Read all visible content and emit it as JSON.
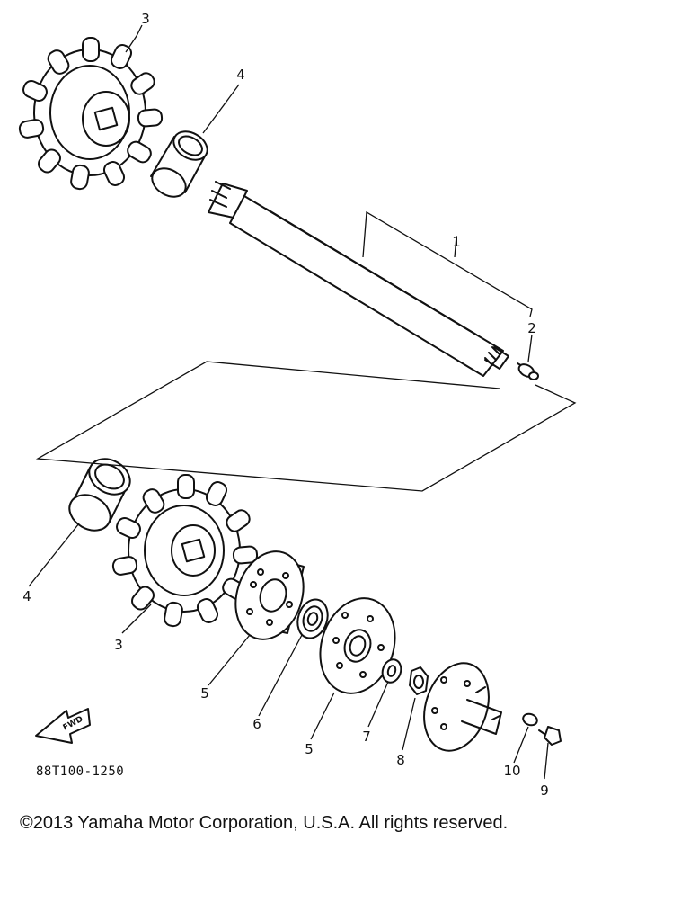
{
  "callouts": {
    "c1": "1",
    "c2": "2",
    "c3_top": "3",
    "c3_bottom": "3",
    "c4_top": "4",
    "c4_bottom": "4",
    "c5_left": "5",
    "c5_right": "5",
    "c6": "6",
    "c7": "7",
    "c8": "8",
    "c9": "9",
    "c10": "10"
  },
  "fwd_label": "FWD",
  "diagram_code": "88T100-1250",
  "copyright": "©2013 Yamaha Motor Corporation, U.S.A. All rights reserved."
}
